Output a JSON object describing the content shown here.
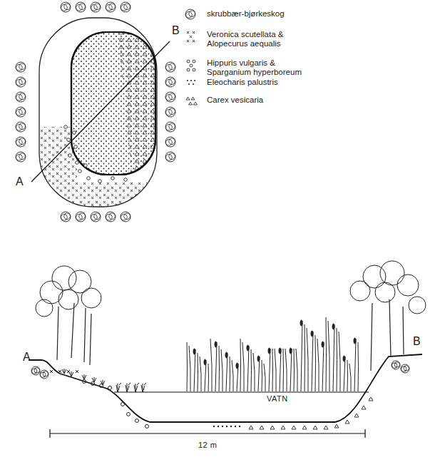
{
  "diagram": {
    "labels": [
      "B",
      "A",
      "A",
      "B",
      "VATN",
      "12 m"
    ],
    "legend": [
      {
        "text": "skrubbær-bjørkeskog"
      },
      {
        "text": "Veronica scutellata & Alopecurus aequalis"
      },
      {
        "text": "Hippuris vulgaris & Sparganium hyperboreum"
      },
      {
        "text": "Eleocharis palustris"
      },
      {
        "text": "Carex vesicaria"
      }
    ]
  }
}
